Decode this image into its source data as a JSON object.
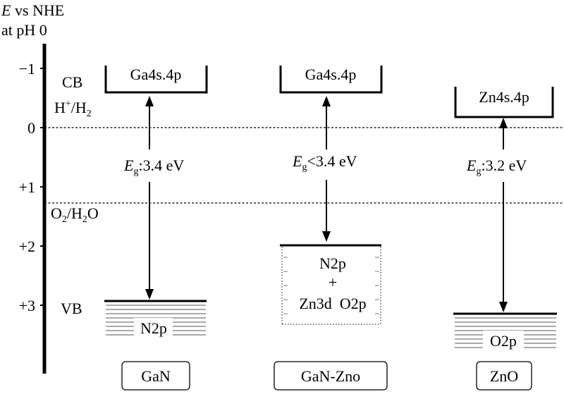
{
  "axis": {
    "title_line1_italic": "E",
    "title_line1_rest": " vs NHE",
    "title_line2": "at pH 0",
    "ticks": [
      {
        "label": "−1",
        "value": -1
      },
      {
        "label": "0",
        "value": 0
      },
      {
        "label": "+1",
        "value": 1
      },
      {
        "label": "+2",
        "value": 2
      },
      {
        "label": "+3",
        "value": 3
      }
    ]
  },
  "levels": {
    "cb_label": "CB",
    "vb_label": "VB",
    "h_label_main": "H",
    "h_label_sup": "+",
    "h_label_mid": "/H",
    "h_label_sub": "2",
    "h_potential": 0,
    "o_label_main": "O",
    "o_label_sub": "2",
    "o_label_rest": "/H",
    "o_label_sub2": "2",
    "o_label_end": "O",
    "o_potential": 1.23
  },
  "materials": [
    {
      "name": "GaN",
      "cb_label": "Ga4s.4p",
      "cb_edge": -0.5,
      "vb_edge": 2.9,
      "gap_E": "E",
      "gap_sub": "g",
      "gap_text": ":3.4 eV",
      "vb_lines": [
        "N2p"
      ]
    },
    {
      "name": "GaN-Zno",
      "cb_label": "Ga4s.4p",
      "cb_edge": -0.5,
      "vb_edge": 1.95,
      "gap_E": "E",
      "gap_sub": "g",
      "gap_text": "<3.4 eV",
      "vb_lines": [
        "N2p",
        "+",
        "Zn3d  O2p"
      ]
    },
    {
      "name": "ZnO",
      "cb_label": "Zn4s.4p",
      "cb_edge": -0.2,
      "vb_edge": 3.1,
      "gap_E": "E",
      "gap_sub": "g",
      "gap_text": ":3.2 eV",
      "vb_lines": [
        "O2p"
      ]
    }
  ]
}
